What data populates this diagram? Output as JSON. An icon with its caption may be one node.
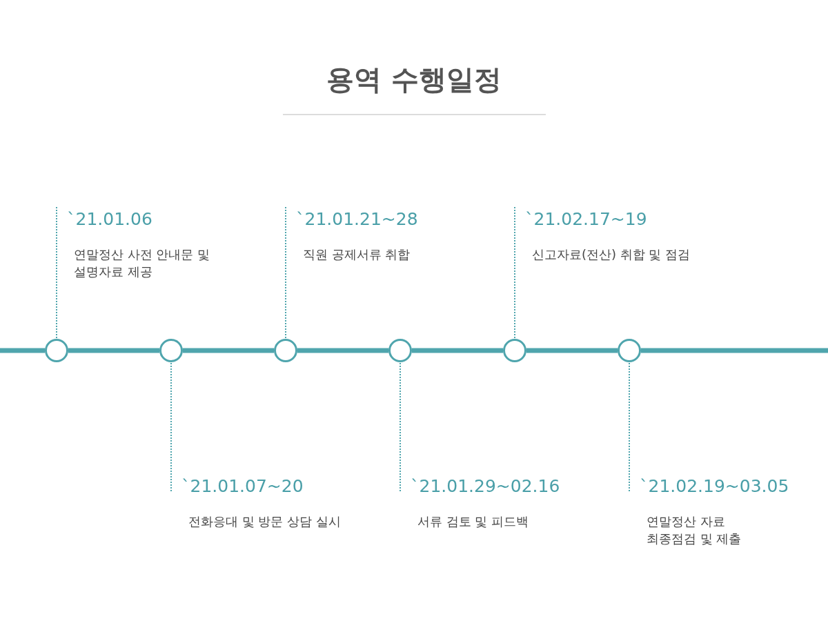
{
  "diagram": {
    "title": "용역 수행일정",
    "nodes": [
      {
        "text": [
          "`21.01.06",
          "연말정산 사전 안내문 및 설명자료 제공"
        ]
      },
      {
        "text": [
          "`21.01.21~28",
          "직원 공제서류 취합"
        ]
      },
      {
        "text": [
          "`21.02.17~19",
          "신고자료(전산) 취합 및 점검"
        ]
      },
      {
        "text": [],
        "shape": "circle"
      },
      {
        "text": [],
        "shape": "circle"
      },
      {
        "text": [],
        "shape": "circle"
      },
      {
        "text": [],
        "shape": "circle"
      },
      {
        "text": [],
        "shape": "circle"
      },
      {
        "text": [],
        "shape": "circle"
      },
      {
        "text": [
          "`21.01.07~20",
          "전화응대 및 방문 상담 실시"
        ]
      },
      {
        "text": [
          "`21.01.29~02.16",
          "서류 검토 및 피드백"
        ]
      },
      {
        "text": [
          "`21.02.19~03.05",
          "연말정산 자료 최종점검 및 제출"
        ]
      }
    ],
    "edges": [
      {
        "from": null,
        "to": 3,
        "arrow": "none"
      },
      {
        "from": 3,
        "to": 4,
        "arrow": "none"
      },
      {
        "from": 4,
        "to": 5,
        "arrow": "none"
      },
      {
        "from": 5,
        "to": 6,
        "arrow": "none"
      },
      {
        "from": 6,
        "to": 7,
        "arrow": "none"
      },
      {
        "from": 7,
        "to": 8,
        "arrow": "none"
      },
      {
        "from": 8,
        "to": null,
        "arrow": "none"
      },
      {
        "from": 0,
        "to": 3,
        "arrow": "none",
        "style": "dashed"
      },
      {
        "from": 9,
        "to": 4,
        "arrow": "none",
        "style": "dashed"
      },
      {
        "from": 1,
        "to": 5,
        "arrow": "none",
        "style": "dashed"
      },
      {
        "from": 10,
        "to": 6,
        "arrow": "none",
        "style": "dashed"
      },
      {
        "from": 2,
        "to": 7,
        "arrow": "none",
        "style": "dashed"
      },
      {
        "from": 11,
        "to": 8,
        "arrow": "none",
        "style": "dashed"
      }
    ]
  }
}
